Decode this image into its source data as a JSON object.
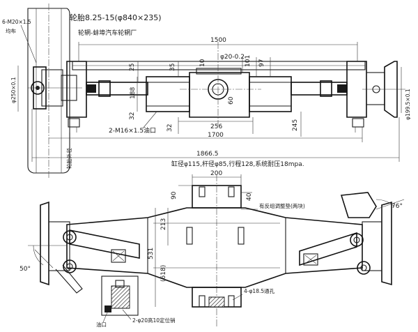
{
  "header": {
    "wheel_rim": "轮胎8.25-15(φ840×235)",
    "rim_maker": "轮辋-蚌埠汽车轮辋厂"
  },
  "dimensions": {
    "bolt_spec": "6-M20×1.5",
    "bolt_note": "均布",
    "span_1500": "1500",
    "d_10": "10",
    "phi20": "φ20-0.2",
    "d_101": "101",
    "d_97": "97",
    "d_25": "25",
    "d_35": "35",
    "d_60": "60",
    "d_188": "188",
    "d_32a": "32",
    "d_32b": "32",
    "d_256": "256",
    "d_245": "245",
    "oil_port": "2-M16×1.5油口",
    "span_1700": "1700",
    "span_1866": "1866.5",
    "phi250": "φ250×0.1",
    "phi1995": "φ199.5×0.1",
    "tire_vertical": "轮胎外径",
    "cylinder_note": "缸径φ115,杆径φ85,行程128,系统耐压18mpa.",
    "d_200": "200",
    "d_90": "90",
    "d_40": "40",
    "d_213": "213",
    "d_531": "531",
    "d_618": "(618)",
    "spacer_note": "有反组调整垫(两块)",
    "angle_76": "76°",
    "angle_50": "50°",
    "holes_note": "4-φ18.5通孔",
    "oil_label": "油口",
    "pin_note": "2-φ20高10定位销"
  }
}
